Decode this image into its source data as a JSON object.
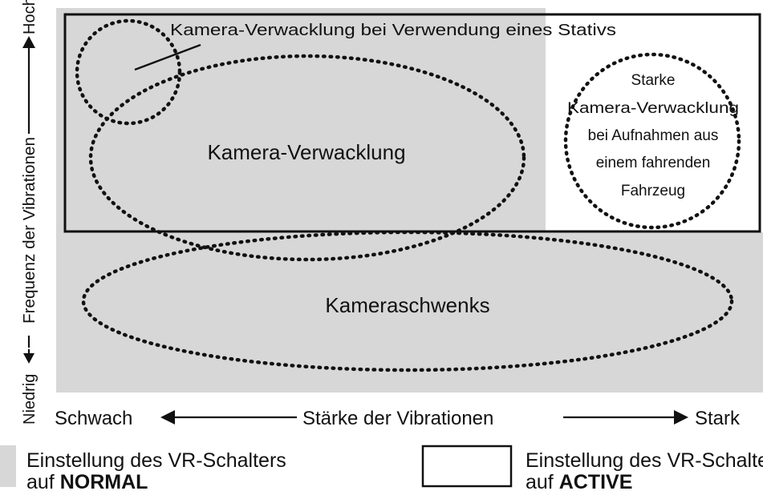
{
  "diagram": {
    "regions": {
      "normal_color": "#d7d7d7",
      "active_stroke": "#111111"
    },
    "labels": {
      "tripod": "Kamera-Verwacklung bei Verwendung eines Stativs",
      "camera_shake": "Kamera-Verwacklung",
      "panning": "Kameraschwenks",
      "vehicle_lines": [
        "Starke",
        "Kamera-Verwacklung",
        "bei Aufnahmen aus",
        "einem fahrenden",
        "Fahrzeug"
      ]
    },
    "x_axis": {
      "left": "Schwach",
      "title": "Stärke der Vibrationen",
      "right": "Stark"
    },
    "y_axis": {
      "bottom": "Niedrig",
      "title": "Frequenz der Vibrationen",
      "top": "Hoch"
    },
    "legend": {
      "normal": {
        "line1": "Einstellung des VR-Schalters",
        "line2_prefix": "auf ",
        "line2_bold": "NORMAL"
      },
      "active": {
        "line1": "Einstellung des VR-Schalters",
        "line2_prefix": "auf ",
        "line2_bold": "ACTIVE"
      }
    }
  }
}
